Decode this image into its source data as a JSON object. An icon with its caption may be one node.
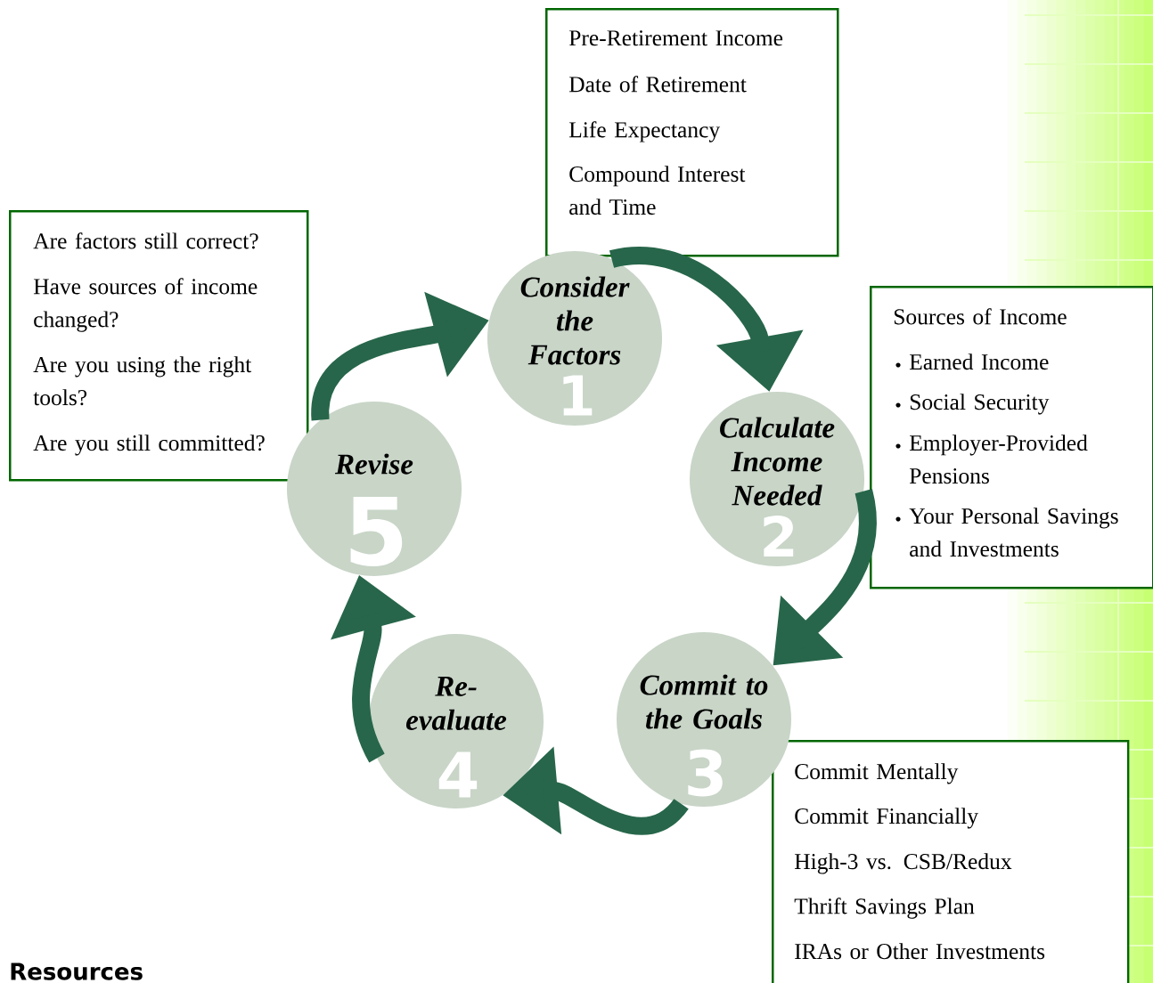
{
  "diagram": {
    "nodes": [
      {
        "text": [
          "Consider the Factors",
          "1"
        ]
      },
      {
        "text": [
          "Calculate Income Needed",
          "2"
        ]
      },
      {
        "text": [
          "Commit to the Goals",
          "3"
        ]
      },
      {
        "text": [
          "Re- evaluate",
          "4"
        ]
      },
      {
        "text": [
          "Revise",
          "5"
        ]
      },
      {
        "text": [
          "Pre-Retirement Income",
          "Date of Retirement",
          "Life Expectancy",
          "Compound Interest and Time"
        ]
      },
      {
        "text": [
          "Sources of Income",
          "Earned Income",
          "Social Security",
          "Employer-Provided Pensions",
          "Your Personal Savings and Investments"
        ]
      },
      {
        "text": [
          "Commit Mentally",
          "Commit Financially",
          "High-3 vs. CSB/Redux",
          "Thrift Savings Plan",
          "IRAs or Other Investments"
        ]
      },
      {
        "text": [
          "Are factors still correct?",
          "Have sources of income changed?",
          "Are you using the right tools?",
          "Are you still committed?"
        ]
      }
    ],
    "edges": [
      {
        "from": 0,
        "to": 1,
        "arrow": "to"
      },
      {
        "from": 1,
        "to": 2,
        "arrow": "to"
      },
      {
        "from": 2,
        "to": 3,
        "arrow": "to"
      },
      {
        "from": 3,
        "to": 4,
        "arrow": "to"
      },
      {
        "from": 4,
        "to": 0,
        "arrow": "to"
      }
    ],
    "labels": [
      "Resources"
    ]
  }
}
